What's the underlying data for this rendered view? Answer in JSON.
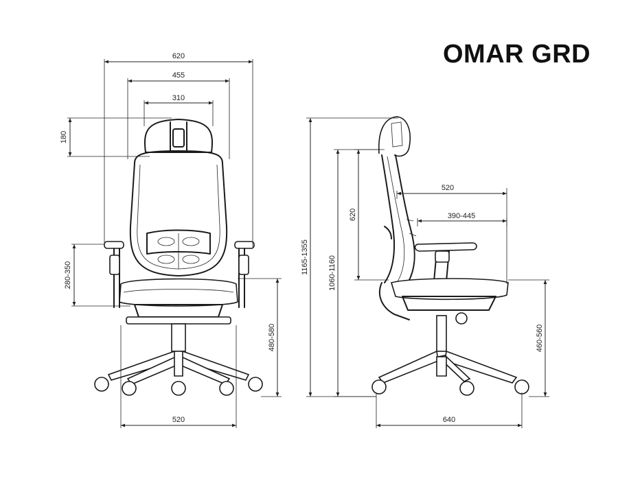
{
  "title": "OMAR GRD",
  "front_view": {
    "overall_width": "620",
    "back_width": "455",
    "headrest_width": "310",
    "headrest_height": "180",
    "armrest_height": "280-350",
    "seat_height": "480-580",
    "base_width": "520"
  },
  "side_view": {
    "total_height": "1165-1355",
    "back_height": "1060-1160",
    "backrest_height": "620",
    "armrest_depth": "520",
    "seat_depth": "390-445",
    "seat_height": "460-560",
    "base_depth": "640"
  }
}
